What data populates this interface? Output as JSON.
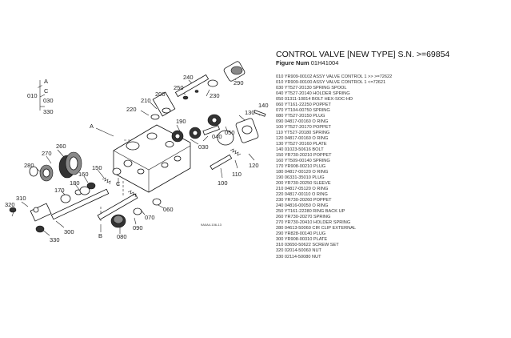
{
  "title": "CONTROL VALVE [NEW TYPE]  S.N. >=69854",
  "figure": {
    "label": "Figure Num",
    "number": "01H41004"
  },
  "parts": [
    "010 YR909-00102 ASSY VALVE CONTROL 1 >> >=72622",
    "010 YR909-00100 ASSY VALVE CONTROL 1 <=72621",
    "030 YT527-20130 SPRING SPOOL",
    "040 YT527-20140 HOLDER SPRING",
    "050 01311-10814 BOLT HEX-SOC-HD",
    "060 YT161-22250 POPPET",
    "070 YT104-00750 SPRING",
    "080 YT527-20150 PLUG",
    "090 04817-00160 O RING",
    "100 YT527-20170 POPPET",
    "110 YT527-20180 SPRING",
    "120 04817-00160 O RING",
    "130 YT527-20160 PLATE",
    "140 01023-50616 BOLT",
    "150 YR730-20210 POPPET",
    "160 YT509-00140 SPRING",
    "170 YR908-00210 PLUG",
    "180 04817-00120 O RING",
    "190 06331-35010 PLUG",
    "200 YR730-20250 SLEEVE",
    "210 04817-05120 O RING",
    "220 04817-00110 O RING",
    "230 YR730-20260 POPPET",
    "240 04816-00050 O RING",
    "250 YT161-22280 RING BACK UP",
    "260 YR730-20270 SPRING",
    "270 YR730-20410 HOLDER SPRING",
    "280 04613-50060 CIR CLIP EXTERNAL",
    "290 YR828-00140 PLUG",
    "300 YR908-00310 PLATE",
    "310 03650-50622 SCREW SET",
    "320 02014-50060 NUT",
    "330 02114-50080 NUT"
  ],
  "callouts": [
    {
      "id": "010",
      "text": "010"
    },
    {
      "id": "030a",
      "text": "030"
    },
    {
      "id": "330a",
      "text": "330"
    },
    {
      "id": "a-top",
      "text": "A"
    },
    {
      "id": "c-top",
      "text": "C"
    },
    {
      "id": "240",
      "text": "240"
    },
    {
      "id": "250",
      "text": "250"
    },
    {
      "id": "200",
      "text": "200"
    },
    {
      "id": "210",
      "text": "210"
    },
    {
      "id": "220",
      "text": "220"
    },
    {
      "id": "230",
      "text": "230"
    },
    {
      "id": "290",
      "text": "290"
    },
    {
      "id": "140",
      "text": "140"
    },
    {
      "id": "130",
      "text": "130"
    },
    {
      "id": "190",
      "text": "190"
    },
    {
      "id": "a-mid",
      "text": "A"
    },
    {
      "id": "270",
      "text": "270"
    },
    {
      "id": "260",
      "text": "260"
    },
    {
      "id": "280",
      "text": "280"
    },
    {
      "id": "160",
      "text": "160"
    },
    {
      "id": "150",
      "text": "150"
    },
    {
      "id": "180",
      "text": "180"
    },
    {
      "id": "170",
      "text": "170"
    },
    {
      "id": "c-mid",
      "text": "C"
    },
    {
      "id": "040",
      "text": "040"
    },
    {
      "id": "050",
      "text": "050"
    },
    {
      "id": "030b",
      "text": "030"
    },
    {
      "id": "120",
      "text": "120"
    },
    {
      "id": "110",
      "text": "110"
    },
    {
      "id": "100",
      "text": "100"
    },
    {
      "id": "060",
      "text": "060"
    },
    {
      "id": "070",
      "text": "070"
    },
    {
      "id": "090",
      "text": "090"
    },
    {
      "id": "080",
      "text": "080"
    },
    {
      "id": "b",
      "text": "B"
    },
    {
      "id": "310",
      "text": "310"
    },
    {
      "id": "320",
      "text": "320"
    },
    {
      "id": "300",
      "text": "300"
    },
    {
      "id": "330b",
      "text": "330"
    }
  ],
  "drawing_code": "9A0A4-106-13"
}
